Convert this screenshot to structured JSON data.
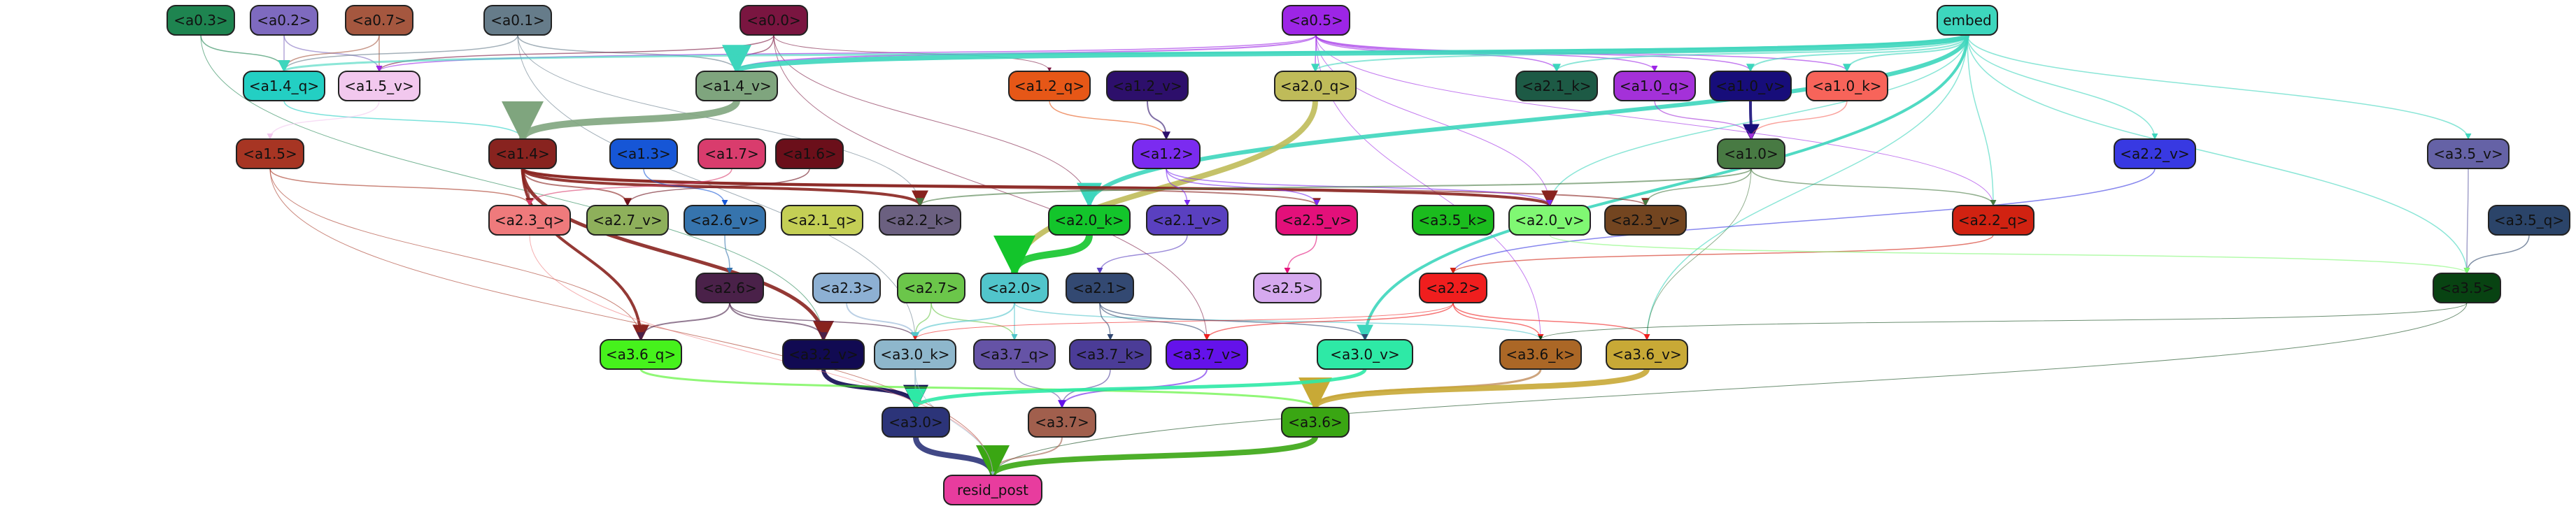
{
  "nodes": [
    {
      "id": "embed",
      "label": "embed",
      "fill": "#3dd6bd",
      "text": "#111"
    },
    {
      "id": "a0.3",
      "label": "<a0.3>",
      "fill": "#1e8450",
      "text": "#111"
    },
    {
      "id": "a0.2",
      "label": "<a0.2>",
      "fill": "#7e6abf",
      "text": "#111"
    },
    {
      "id": "a0.7",
      "label": "<a0.7>",
      "fill": "#a5573f",
      "text": "#111"
    },
    {
      "id": "a0.1",
      "label": "<a0.1>",
      "fill": "#667c8a",
      "text": "#111"
    },
    {
      "id": "a0.0",
      "label": "<a0.0>",
      "fill": "#7a1540",
      "text": "#111"
    },
    {
      "id": "a0.5",
      "label": "<a0.5>",
      "fill": "#9d25e6",
      "text": "#111"
    },
    {
      "id": "a1.4_q",
      "label": "<a1.4_q>",
      "fill": "#23cfc3",
      "text": "#111"
    },
    {
      "id": "a1.5_v",
      "label": "<a1.5_v>",
      "fill": "#f2c8ee",
      "text": "#111"
    },
    {
      "id": "a1.4_v",
      "label": "<a1.4_v>",
      "fill": "#7fa57e",
      "text": "#111"
    },
    {
      "id": "a1.2_q",
      "label": "<a1.2_q>",
      "fill": "#e65717",
      "text": "#111"
    },
    {
      "id": "a1.2_v",
      "label": "<a1.2_v>",
      "fill": "#2d0f6b",
      "text": "#111"
    },
    {
      "id": "a2.0_q",
      "label": "<a2.0_q>",
      "fill": "#bfbb59",
      "text": "#111"
    },
    {
      "id": "a2.1_k",
      "label": "<a2.1_k>",
      "fill": "#1d5a45",
      "text": "#111"
    },
    {
      "id": "a1.0_q",
      "label": "<a1.0_q>",
      "fill": "#a431d9",
      "text": "#111"
    },
    {
      "id": "a1.0_v",
      "label": "<a1.0_v>",
      "fill": "#170d7a",
      "text": "#111"
    },
    {
      "id": "a1.0_k",
      "label": "<a1.0_k>",
      "fill": "#f7645a",
      "text": "#111"
    },
    {
      "id": "a1.5",
      "label": "<a1.5>",
      "fill": "#a73523",
      "text": "#111"
    },
    {
      "id": "a1.4",
      "label": "<a1.4>",
      "fill": "#88231f",
      "text": "#111"
    },
    {
      "id": "a1.3",
      "label": "<a1.3>",
      "fill": "#1656d6",
      "text": "#111"
    },
    {
      "id": "a1.7",
      "label": "<a1.7>",
      "fill": "#d93c6d",
      "text": "#111"
    },
    {
      "id": "a1.6",
      "label": "<a1.6>",
      "fill": "#6b0f1a",
      "text": "#111"
    },
    {
      "id": "a1.2",
      "label": "<a1.2>",
      "fill": "#7b2bf0",
      "text": "#111"
    },
    {
      "id": "a1.0",
      "label": "<a1.0>",
      "fill": "#487a43",
      "text": "#111"
    },
    {
      "id": "a2.2_v",
      "label": "<a2.2_v>",
      "fill": "#3839e2",
      "text": "#111"
    },
    {
      "id": "a3.5_v",
      "label": "<a3.5_v>",
      "fill": "#6562a6",
      "text": "#111"
    },
    {
      "id": "a2.3_q",
      "label": "<a2.3_q>",
      "fill": "#ef7a7c",
      "text": "#111"
    },
    {
      "id": "a2.7_v",
      "label": "<a2.7_v>",
      "fill": "#8eb05b",
      "text": "#111"
    },
    {
      "id": "a2.6_v",
      "label": "<a2.6_v>",
      "fill": "#3674ad",
      "text": "#111"
    },
    {
      "id": "a2.1_q",
      "label": "<a2.1_q>",
      "fill": "#c4cf55",
      "text": "#111"
    },
    {
      "id": "a2.2_k",
      "label": "<a2.2_k>",
      "fill": "#6b6080",
      "text": "#111"
    },
    {
      "id": "a2.0_k",
      "label": "<a2.0_k>",
      "fill": "#13c52b",
      "text": "#111"
    },
    {
      "id": "a2.1_v",
      "label": "<a2.1_v>",
      "fill": "#5a40c0",
      "text": "#111"
    },
    {
      "id": "a2.5_v",
      "label": "<a2.5_v>",
      "fill": "#e3107a",
      "text": "#111"
    },
    {
      "id": "a3.5_k",
      "label": "<a3.5_k>",
      "fill": "#1bbc1e",
      "text": "#111"
    },
    {
      "id": "a2.0_v",
      "label": "<a2.0_v>",
      "fill": "#80f873",
      "text": "#111"
    },
    {
      "id": "a2.3_v",
      "label": "<a2.3_v>",
      "fill": "#734520",
      "text": "#111"
    },
    {
      "id": "a2.2_q",
      "label": "<a2.2_q>",
      "fill": "#d12211",
      "text": "#111"
    },
    {
      "id": "a3.5_q",
      "label": "<a3.5_q>",
      "fill": "#2b4469",
      "text": "#111"
    },
    {
      "id": "a2.6",
      "label": "<a2.6>",
      "fill": "#4a2149",
      "text": "#111"
    },
    {
      "id": "a2.3",
      "label": "<a2.3>",
      "fill": "#8db0d3",
      "text": "#111"
    },
    {
      "id": "a2.7",
      "label": "<a2.7>",
      "fill": "#6bc64a",
      "text": "#111"
    },
    {
      "id": "a2.0",
      "label": "<a2.0>",
      "fill": "#51c5cb",
      "text": "#111"
    },
    {
      "id": "a2.1",
      "label": "<a2.1>",
      "fill": "#334972",
      "text": "#111"
    },
    {
      "id": "a2.5",
      "label": "<a2.5>",
      "fill": "#d6a9ef",
      "text": "#111"
    },
    {
      "id": "a2.2",
      "label": "<a2.2>",
      "fill": "#f01e1e",
      "text": "#111"
    },
    {
      "id": "a3.5",
      "label": "<a3.5>",
      "fill": "#084312",
      "text": "#111"
    },
    {
      "id": "a3.6_q",
      "label": "<a3.6_q>",
      "fill": "#46f21c",
      "text": "#111"
    },
    {
      "id": "a3.2_v",
      "label": "<a3.2_v>",
      "fill": "#110a52",
      "text": "#111"
    },
    {
      "id": "a3.0_k",
      "label": "<a3.0_k>",
      "fill": "#8eb7cc",
      "text": "#111"
    },
    {
      "id": "a3.7_q",
      "label": "<a3.7_q>",
      "fill": "#6553a6",
      "text": "#111"
    },
    {
      "id": "a3.7_k",
      "label": "<a3.7_k>",
      "fill": "#4b3c97",
      "text": "#111"
    },
    {
      "id": "a3.7_v",
      "label": "<a3.7_v>",
      "fill": "#6412ea",
      "text": "#111"
    },
    {
      "id": "a3.0_v",
      "label": "<a3.0_v>",
      "fill": "#2ee9a6",
      "text": "#111"
    },
    {
      "id": "a3.6_k",
      "label": "<a3.6_k>",
      "fill": "#ab6726",
      "text": "#111"
    },
    {
      "id": "a3.6_v",
      "label": "<a3.6_v>",
      "fill": "#c8a936",
      "text": "#111"
    },
    {
      "id": "a3.0",
      "label": "<a3.0>",
      "fill": "#2c3479",
      "text": "#111"
    },
    {
      "id": "a3.7",
      "label": "<a3.7>",
      "fill": "#a15f4d",
      "text": "#111"
    },
    {
      "id": "a3.6",
      "label": "<a3.6>",
      "fill": "#3aa613",
      "text": "#111"
    },
    {
      "id": "resid_post",
      "label": "resid_post",
      "fill": "#e83c9e",
      "text": "#111"
    }
  ],
  "edges": [
    {
      "from": "a0.3",
      "to": "a1.4_q",
      "color": "#1e8450",
      "width": 1.5
    },
    {
      "from": "a0.3",
      "to": "a3.2_v",
      "color": "#1e8450",
      "width": 1
    },
    {
      "from": "a0.2",
      "to": "a1.4_q",
      "color": "#7e6abf",
      "width": 1.5
    },
    {
      "from": "a0.2",
      "to": "a1.5_v",
      "color": "#7e6abf",
      "width": 1.5
    },
    {
      "from": "a0.7",
      "to": "a1.4_q",
      "color": "#a5573f",
      "width": 1.5
    },
    {
      "from": "a0.7",
      "to": "a1.5_v",
      "color": "#a5573f",
      "width": 1.5
    },
    {
      "from": "a0.1",
      "to": "a1.4_q",
      "color": "#667c8a",
      "width": 1.5
    },
    {
      "from": "a0.1",
      "to": "a1.4_v",
      "color": "#667c8a",
      "width": 1.5
    },
    {
      "from": "a0.1",
      "to": "a2.2_k",
      "color": "#667c8a",
      "width": 1
    },
    {
      "from": "a0.1",
      "to": "a3.0_k",
      "color": "#667c8a",
      "width": 1
    },
    {
      "from": "a0.0",
      "to": "a1.4_v",
      "color": "#7a1540",
      "width": 1.5
    },
    {
      "from": "a0.0",
      "to": "a1.5_v",
      "color": "#7a1540",
      "width": 1.5
    },
    {
      "from": "a0.0",
      "to": "a1.2_q",
      "color": "#7a1540",
      "width": 1
    },
    {
      "from": "a0.0",
      "to": "a2.0_k",
      "color": "#7a1540",
      "width": 1
    },
    {
      "from": "a0.0",
      "to": "a3.7_v",
      "color": "#7a1540",
      "width": 1
    },
    {
      "from": "a0.5",
      "to": "a1.4_v",
      "color": "#9d25e6",
      "width": 2
    },
    {
      "from": "a0.5",
      "to": "a1.5_v",
      "color": "#9d25e6",
      "width": 1.5
    },
    {
      "from": "a0.5",
      "to": "a2.0_q",
      "color": "#9d25e6",
      "width": 1.5
    },
    {
      "from": "a0.5",
      "to": "a2.1_k",
      "color": "#9d25e6",
      "width": 1.5
    },
    {
      "from": "a0.5",
      "to": "a1.0_q",
      "color": "#9d25e6",
      "width": 1.5
    },
    {
      "from": "a0.5",
      "to": "a1.0_v",
      "color": "#9d25e6",
      "width": 1.5
    },
    {
      "from": "a0.5",
      "to": "a1.0_k",
      "color": "#9d25e6",
      "width": 1.5
    },
    {
      "from": "a0.5",
      "to": "a2.2_q",
      "color": "#9d25e6",
      "width": 1
    },
    {
      "from": "a0.5",
      "to": "a2.0_v",
      "color": "#9d25e6",
      "width": 1
    },
    {
      "from": "a0.5",
      "to": "a3.6_k",
      "color": "#9d25e6",
      "width": 1
    },
    {
      "from": "embed",
      "to": "a1.4_v",
      "color": "#3dd6bd",
      "width": 7
    },
    {
      "from": "embed",
      "to": "a1.4_q",
      "color": "#3dd6bd",
      "width": 3
    },
    {
      "from": "embed",
      "to": "a2.0_q",
      "color": "#3dd6bd",
      "width": 2
    },
    {
      "from": "embed",
      "to": "a2.1_k",
      "color": "#3dd6bd",
      "width": 2
    },
    {
      "from": "embed",
      "to": "a1.0_v",
      "color": "#3dd6bd",
      "width": 2
    },
    {
      "from": "embed",
      "to": "a1.0_k",
      "color": "#3dd6bd",
      "width": 2
    },
    {
      "from": "embed",
      "to": "a2.0_k",
      "color": "#3dd6bd",
      "width": 6
    },
    {
      "from": "embed",
      "to": "a2.2_v",
      "color": "#3dd6bd",
      "width": 1.5
    },
    {
      "from": "embed",
      "to": "a3.5_v",
      "color": "#3dd6bd",
      "width": 1.5
    },
    {
      "from": "embed",
      "to": "a2.2_q",
      "color": "#3dd6bd",
      "width": 1.5
    },
    {
      "from": "embed",
      "to": "a2.0_v",
      "color": "#3dd6bd",
      "width": 1.5
    },
    {
      "from": "embed",
      "to": "a3.0_v",
      "color": "#3dd6bd",
      "width": 4
    },
    {
      "from": "embed",
      "to": "a3.6_v",
      "color": "#3dd6bd",
      "width": 1.5
    },
    {
      "from": "embed",
      "to": "a3.5",
      "color": "#3dd6bd",
      "width": 1.5
    },
    {
      "from": "a1.4_q",
      "to": "a1.4",
      "color": "#23cfc3",
      "width": 1.5
    },
    {
      "from": "a1.4_v",
      "to": "a1.4",
      "color": "#7fa57e",
      "width": 10
    },
    {
      "from": "a1.5_v",
      "to": "a1.5",
      "color": "#f2c8ee",
      "width": 1.5
    },
    {
      "from": "a1.2_q",
      "to": "a1.2",
      "color": "#e65717",
      "width": 1.5
    },
    {
      "from": "a1.2_v",
      "to": "a1.2",
      "color": "#2d0f6b",
      "width": 2
    },
    {
      "from": "a1.0_v",
      "to": "a1.0",
      "color": "#170d7a",
      "width": 4
    },
    {
      "from": "a1.0_k",
      "to": "a1.0",
      "color": "#f7645a",
      "width": 1.5
    },
    {
      "from": "a1.0_q",
      "to": "a1.0",
      "color": "#a431d9",
      "width": 1.5
    },
    {
      "from": "a2.0_q",
      "to": "a2.0",
      "color": "#bfbb59",
      "width": 8
    },
    {
      "from": "a1.4",
      "to": "a2.3_q",
      "color": "#88231f",
      "width": 2
    },
    {
      "from": "a1.4",
      "to": "a2.7_v",
      "color": "#88231f",
      "width": 2
    },
    {
      "from": "a1.4",
      "to": "a2.2_k",
      "color": "#88231f",
      "width": 4
    },
    {
      "from": "a1.4",
      "to": "a2.0_v",
      "color": "#88231f",
      "width": 4
    },
    {
      "from": "a1.4",
      "to": "a3.6_q",
      "color": "#88231f",
      "width": 4
    },
    {
      "from": "a1.4",
      "to": "a3.2_v",
      "color": "#88231f",
      "width": 5
    },
    {
      "from": "a1.4",
      "to": "a2.5_v",
      "color": "#88231f",
      "width": 2
    },
    {
      "from": "a1.4",
      "to": "a2.3_v",
      "color": "#88231f",
      "width": 2
    },
    {
      "from": "a1.5",
      "to": "a2.3_q",
      "color": "#a73523",
      "width": 1.5
    },
    {
      "from": "a1.5",
      "to": "a3.6_q",
      "color": "#a73523",
      "width": 1
    },
    {
      "from": "a1.5",
      "to": "resid_post",
      "color": "#a73523",
      "width": 1
    },
    {
      "from": "a1.3",
      "to": "a2.6_v",
      "color": "#1656d6",
      "width": 1.5
    },
    {
      "from": "a1.7",
      "to": "a2.3_q",
      "color": "#d93c6d",
      "width": 1.5
    },
    {
      "from": "a1.6",
      "to": "a2.7_v",
      "color": "#6b0f1a",
      "width": 1.5
    },
    {
      "from": "a1.2",
      "to": "a2.1_v",
      "color": "#7b2bf0",
      "width": 1.5
    },
    {
      "from": "a1.2",
      "to": "a2.5_v",
      "color": "#7b2bf0",
      "width": 1.5
    },
    {
      "from": "a1.2",
      "to": "a2.0_v",
      "color": "#7b2bf0",
      "width": 1.5
    },
    {
      "from": "a1.0",
      "to": "a2.2_k",
      "color": "#487a43",
      "width": 2
    },
    {
      "from": "a1.0",
      "to": "a2.3_v",
      "color": "#487a43",
      "width": 1.5
    },
    {
      "from": "a1.0",
      "to": "a2.2_q",
      "color": "#487a43",
      "width": 1.5
    },
    {
      "from": "a1.0",
      "to": "a3.6_v",
      "color": "#487a43",
      "width": 1
    },
    {
      "from": "a2.2_v",
      "to": "a2.2",
      "color": "#3839e2",
      "width": 1.5
    },
    {
      "from": "a3.5_v",
      "to": "a3.5",
      "color": "#6562a6",
      "width": 1.5
    },
    {
      "from": "a3.5_q",
      "to": "a3.5",
      "color": "#2b4469",
      "width": 1.5
    },
    {
      "from": "a2.6_v",
      "to": "a2.6",
      "color": "#3674ad",
      "width": 1.5
    },
    {
      "from": "a2.0_k",
      "to": "a2.0",
      "color": "#13c52b",
      "width": 10
    },
    {
      "from": "a2.1_v",
      "to": "a2.1",
      "color": "#5a40c0",
      "width": 1.5
    },
    {
      "from": "a2.5_v",
      "to": "a2.5",
      "color": "#e3107a",
      "width": 1.5
    },
    {
      "from": "a2.2_q",
      "to": "a2.2",
      "color": "#d12211",
      "width": 1.5
    },
    {
      "from": "a2.6",
      "to": "a3.6_q",
      "color": "#4a2149",
      "width": 2
    },
    {
      "from": "a2.6",
      "to": "a3.2_v",
      "color": "#4a2149",
      "width": 2
    },
    {
      "from": "a2.6",
      "to": "a3.0_k",
      "color": "#4a2149",
      "width": 1.5
    },
    {
      "from": "a2.3",
      "to": "a3.0_k",
      "color": "#8db0d3",
      "width": 2
    },
    {
      "from": "a2.7",
      "to": "a3.0_k",
      "color": "#6bc64a",
      "width": 1.5
    },
    {
      "from": "a2.7",
      "to": "a3.7_q",
      "color": "#6bc64a",
      "width": 1.5
    },
    {
      "from": "a2.0",
      "to": "a3.0_k",
      "color": "#51c5cb",
      "width": 2
    },
    {
      "from": "a2.0",
      "to": "a3.7_q",
      "color": "#51c5cb",
      "width": 1.5
    },
    {
      "from": "a2.0",
      "to": "a3.6_k",
      "color": "#51c5cb",
      "width": 1.5
    },
    {
      "from": "a2.1",
      "to": "a3.7_k",
      "color": "#334972",
      "width": 1.5
    },
    {
      "from": "a2.1",
      "to": "a3.7_v",
      "color": "#334972",
      "width": 1.5
    },
    {
      "from": "a2.1",
      "to": "a3.0_v",
      "color": "#334972",
      "width": 1.5
    },
    {
      "from": "a2.2",
      "to": "a3.7_v",
      "color": "#f01e1e",
      "width": 1.5
    },
    {
      "from": "a2.2",
      "to": "a3.6_k",
      "color": "#f01e1e",
      "width": 1.5
    },
    {
      "from": "a2.2",
      "to": "a3.6_v",
      "color": "#f01e1e",
      "width": 1.5
    },
    {
      "from": "a2.2",
      "to": "a3.0_k",
      "color": "#f01e1e",
      "width": 1
    },
    {
      "from": "a3.5",
      "to": "a3.6_k",
      "color": "#084312",
      "width": 1
    },
    {
      "from": "a3.5",
      "to": "resid_post",
      "color": "#084312",
      "width": 1
    },
    {
      "from": "a2.0_v",
      "to": "a3.5",
      "color": "#80f873",
      "width": 1.5
    },
    {
      "from": "a3.2_v",
      "to": "a3.0",
      "color": "#110a52",
      "width": 6
    },
    {
      "from": "a3.0_k",
      "to": "a3.0",
      "color": "#8eb7cc",
      "width": 2
    },
    {
      "from": "a3.7_q",
      "to": "a3.7",
      "color": "#6553a6",
      "width": 1.5
    },
    {
      "from": "a3.7_k",
      "to": "a3.7",
      "color": "#4b3c97",
      "width": 1.5
    },
    {
      "from": "a3.7_v",
      "to": "a3.7",
      "color": "#6412ea",
      "width": 2
    },
    {
      "from": "a3.6_q",
      "to": "a3.6",
      "color": "#46f21c",
      "width": 3
    },
    {
      "from": "a3.6_k",
      "to": "a3.6",
      "color": "#ab6726",
      "width": 3
    },
    {
      "from": "a3.6_v",
      "to": "a3.6",
      "color": "#c8a936",
      "width": 8
    },
    {
      "from": "a3.0",
      "to": "resid_post",
      "color": "#2c3479",
      "width": 8
    },
    {
      "from": "a3.7",
      "to": "resid_post",
      "color": "#a15f4d",
      "width": 2
    },
    {
      "from": "a3.6",
      "to": "resid_post",
      "color": "#3aa613",
      "width": 8
    },
    {
      "from": "a3.0_v",
      "to": "a3.0",
      "color": "#2ee9a6",
      "width": 5
    },
    {
      "from": "a2.3_q",
      "to": "resid_post",
      "color": "#ef7a7c",
      "width": 1
    },
    {
      "from": "a3.0_k",
      "to": "resid_post",
      "color": "#8eb7cc",
      "width": 1
    }
  ]
}
